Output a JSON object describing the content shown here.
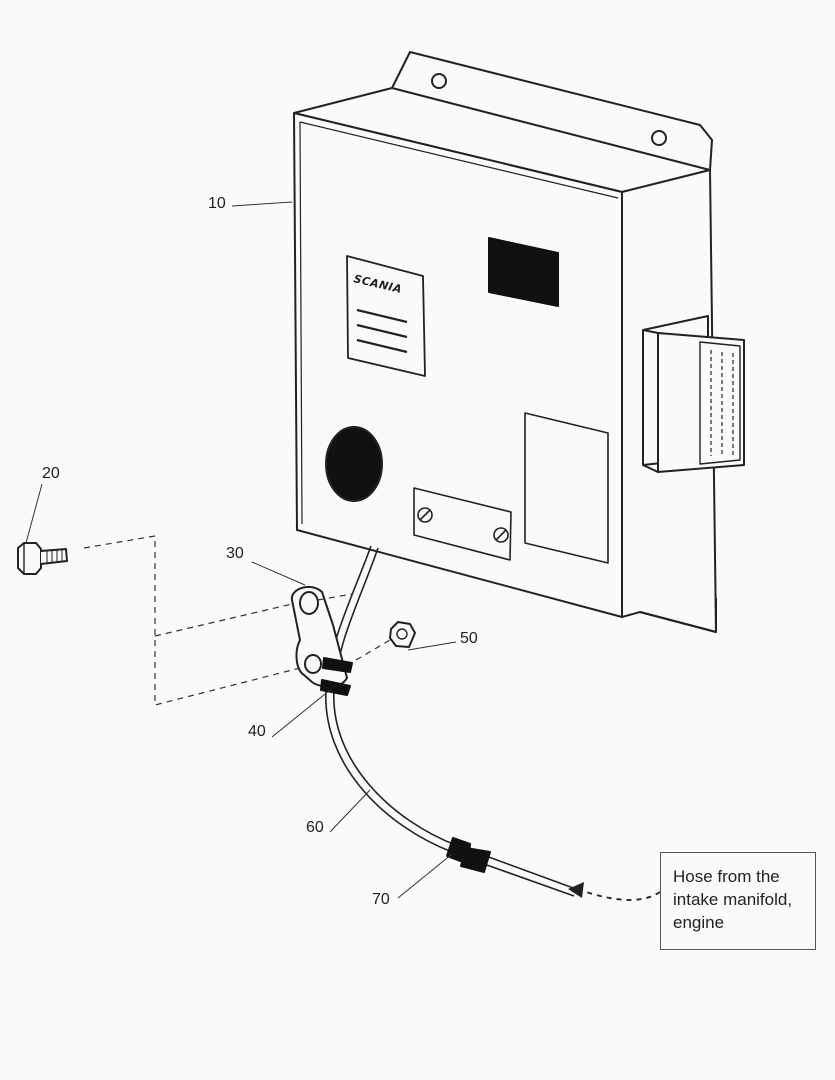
{
  "diagram": {
    "brand_logo_text": "SCANIA",
    "callouts": [
      {
        "id": "10",
        "label": "10"
      },
      {
        "id": "20",
        "label": "20"
      },
      {
        "id": "30",
        "label": "30"
      },
      {
        "id": "40",
        "label": "40"
      },
      {
        "id": "50",
        "label": "50"
      },
      {
        "id": "60",
        "label": "60"
      },
      {
        "id": "70",
        "label": "70"
      }
    ],
    "note": {
      "lines": [
        "Hose from the",
        "intake manifold,",
        "engine"
      ]
    }
  }
}
